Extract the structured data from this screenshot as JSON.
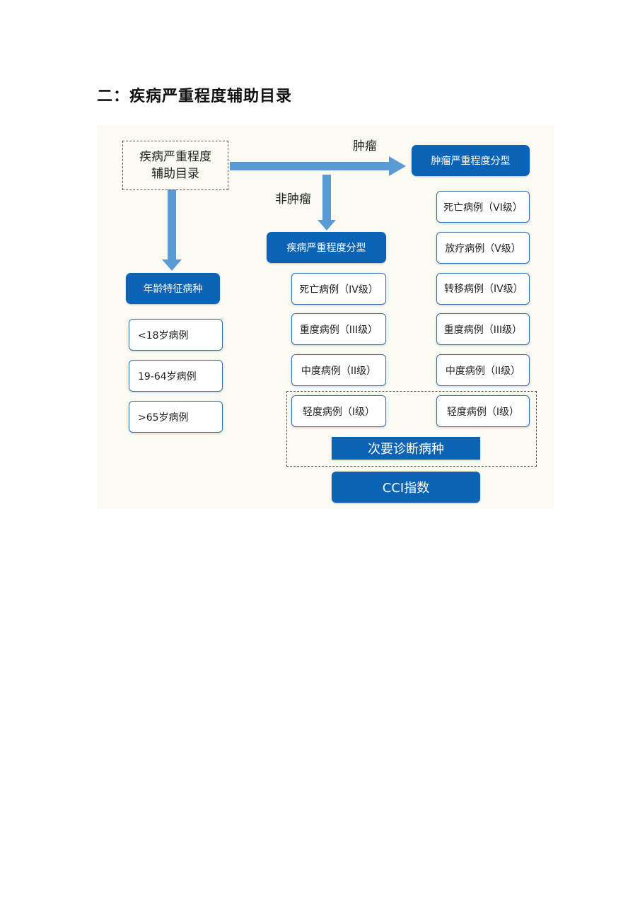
{
  "heading": "二：疾病严重程度辅助目录",
  "root": {
    "line1": "疾病严重程度",
    "line2": "辅助目录"
  },
  "edge_labels": {
    "tumor": "肿瘤",
    "non_tumor": "非肿瘤"
  },
  "tumor_branch": {
    "title": "肿瘤严重程度分型",
    "items": [
      "死亡病例（VI级）",
      "放疗病例（V级）",
      "转移病例（IV级）",
      "重度病例（III级）",
      "中度病例（II级）",
      "轻度病例（I级）"
    ]
  },
  "non_tumor_branch": {
    "title": "疾病严重程度分型",
    "items": [
      "死亡病例（IV级）",
      "重度病例（III级）",
      "中度病例（II级）",
      "轻度病例（I级）"
    ]
  },
  "age_branch": {
    "title": "年龄特征病种",
    "items": [
      "<18岁病例",
      "19-64岁病例",
      ">65岁病例"
    ]
  },
  "secondary": "次要诊断病种",
  "cci": "CCI指数",
  "colors": {
    "node_blue": "#0a63b4",
    "arrow_blue": "#5b9bd5",
    "panel_bg": "#fbfbf4",
    "leaf_border": "#3a6fa8"
  }
}
